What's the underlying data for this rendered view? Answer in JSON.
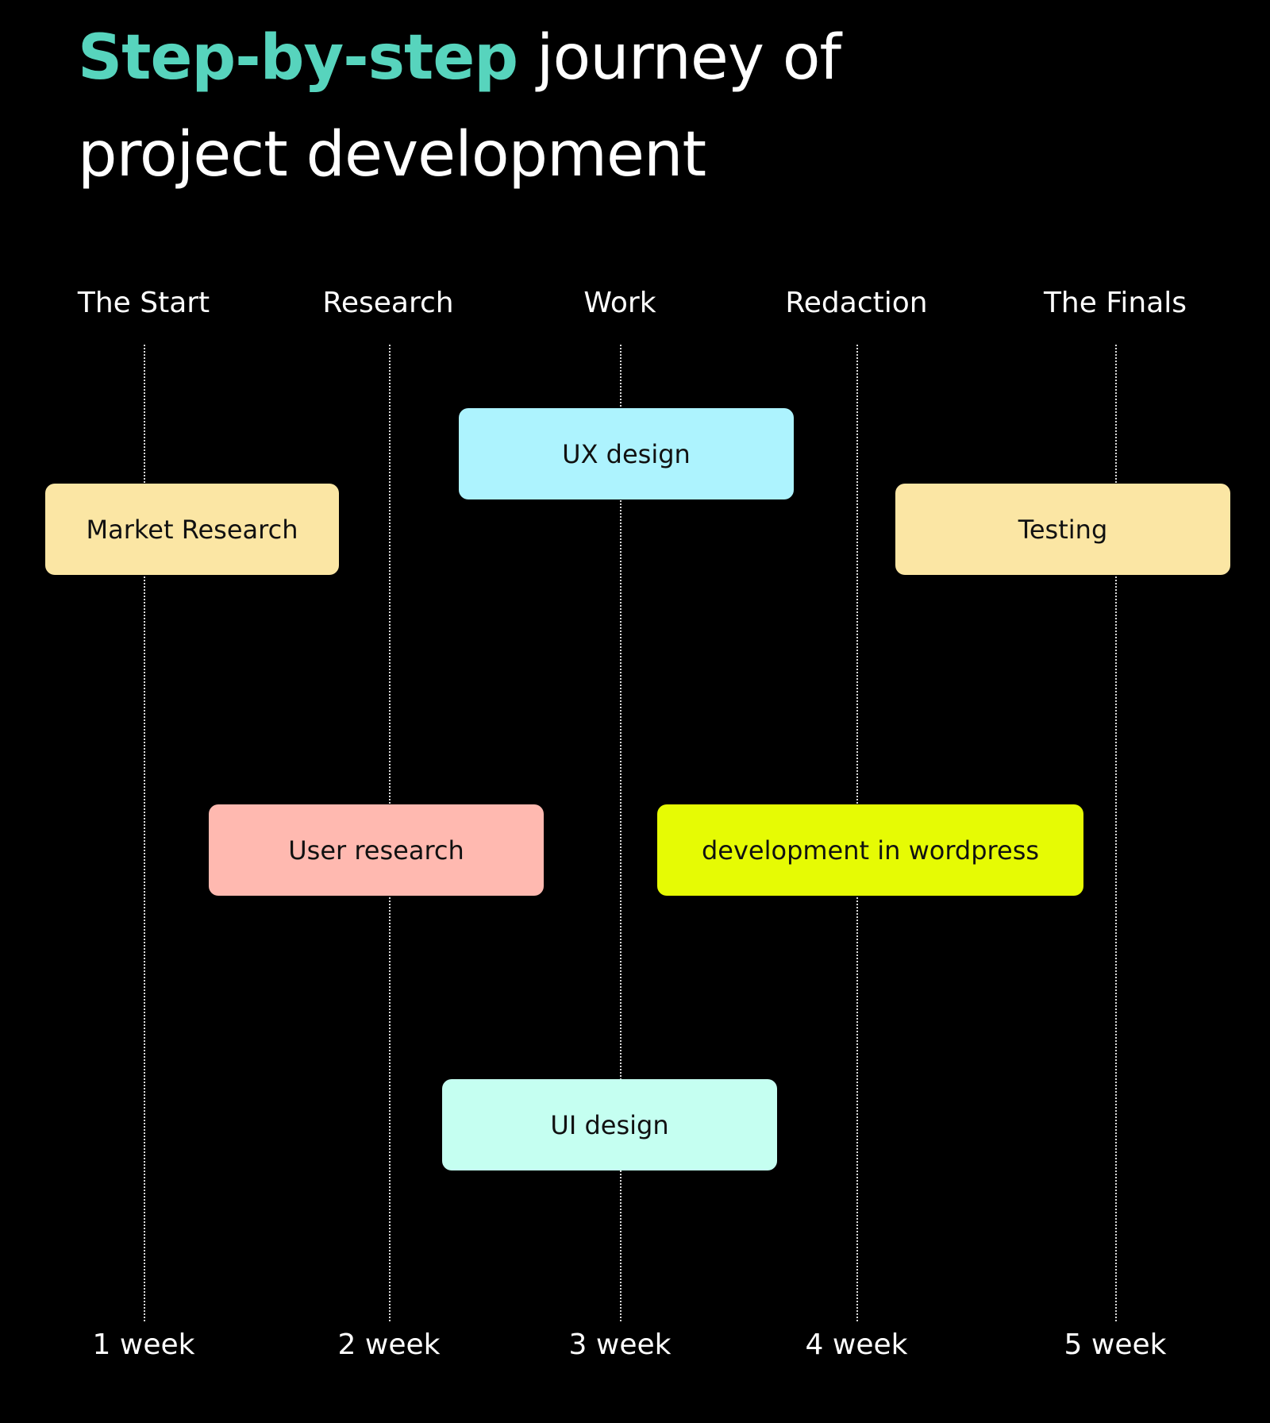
{
  "title": {
    "highlight": "Step-by-step",
    "rest_line1": " journey of",
    "line2": "project development",
    "highlight_color": "#57d4bd"
  },
  "phases": [
    "The Start",
    "Research",
    "Work",
    "Redaction",
    "The Finals"
  ],
  "weeks": [
    "1 week",
    "2 week",
    "3 week",
    "4 week",
    "5 week"
  ],
  "tasks": [
    {
      "label": "UX design",
      "color": "#adf3fe"
    },
    {
      "label": "Market Research",
      "color": "#fbe6a4"
    },
    {
      "label": "Testing",
      "color": "#fbe6a4"
    },
    {
      "label": "User research",
      "color": "#ffb9b0"
    },
    {
      "label": "development in wordpress",
      "color": "#e6fb04"
    },
    {
      "label": "UI design",
      "color": "#c5fff1"
    }
  ]
}
